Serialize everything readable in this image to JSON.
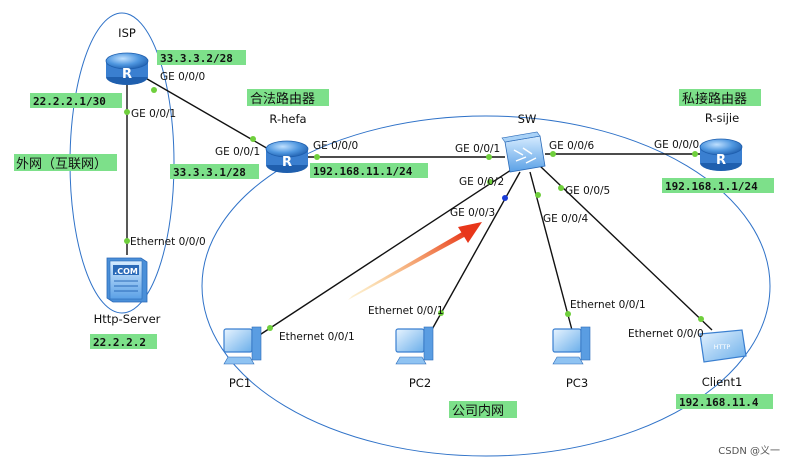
{
  "colors": {
    "link": "#111111",
    "port_dot": "#6fcf3c",
    "ip_bg": "#7de08a",
    "ellipse": "#2f72c8",
    "arrow": "#e84a1c",
    "router_blue": "#3f86d6"
  },
  "devices": {
    "isp": {
      "name": "ISP",
      "icon": "router-icon"
    },
    "hefa": {
      "name": "R-hefa",
      "icon": "router-icon"
    },
    "sijie": {
      "name": "R-sijie",
      "icon": "router-icon"
    },
    "sw": {
      "name": "SW",
      "icon": "switch-icon"
    },
    "server": {
      "name": "Http-Server",
      "icon": "server-icon",
      "badge": ".COM"
    },
    "pc1": {
      "name": "PC1",
      "icon": "pc-icon"
    },
    "pc2": {
      "name": "PC2",
      "icon": "pc-icon"
    },
    "pc3": {
      "name": "PC3",
      "icon": "pc-icon"
    },
    "client1": {
      "name": "Client1",
      "icon": "http-client-icon",
      "badge": "HTTP"
    }
  },
  "ports": {
    "isp_ge000": "GE 0/0/0",
    "isp_ge001": "GE 0/0/1",
    "server_eth": "Ethernet 0/0/0",
    "hefa_ge001": "GE 0/0/1",
    "hefa_ge000": "GE 0/0/0",
    "sw_ge001": "GE 0/0/1",
    "sw_ge006": "GE 0/0/6",
    "sw_ge002": "GE 0/0/2",
    "sw_ge003": "GE 0/0/3",
    "sw_ge004": "GE 0/0/4",
    "sw_ge005": "GE 0/0/5",
    "sijie_ge000": "GE 0/0/0",
    "pc1_eth": "Ethernet 0/0/1",
    "pc2_eth": "Ethernet 0/0/1",
    "pc3_eth": "Ethernet 0/0/1",
    "client1_eth": "Ethernet 0/0/0"
  },
  "ip_tags": {
    "isp_upper": "33.3.3.2/28",
    "isp_left": "22.2.2.1/30",
    "hefa_left": "33.3.3.1/28",
    "hefa_right": "192.168.11.1/24",
    "sijie": "192.168.1.1/24",
    "server": "22.2.2.2",
    "client1": "192.168.11.4"
  },
  "region_labels": {
    "hefa_title": "合法路由器",
    "sijie_title": "私接路由器",
    "external": "外网（互联网）",
    "intranet": "公司内网"
  },
  "watermark": "CSDN @义一"
}
